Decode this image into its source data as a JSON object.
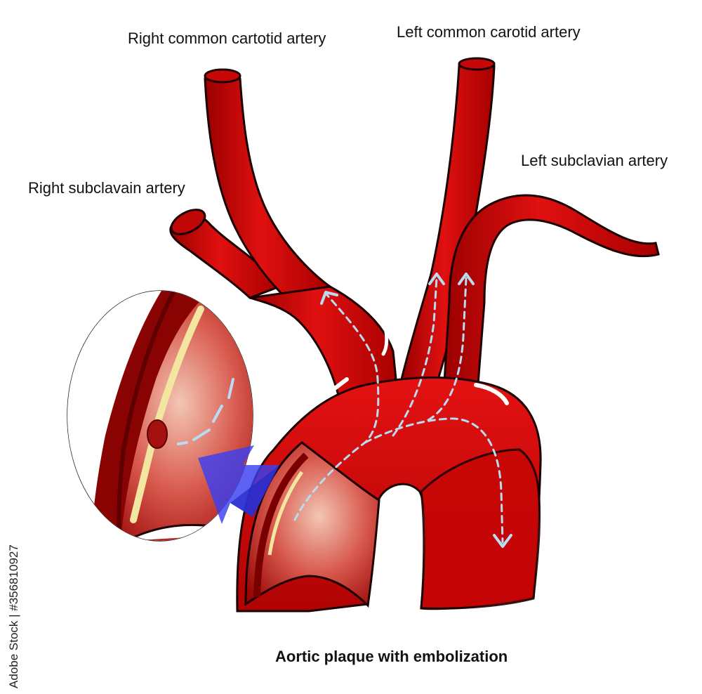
{
  "labels": {
    "right_common_carotid": "Right common cartotid artery",
    "left_common_carotid": "Left common carotid artery",
    "left_subclavian": "Left subclavian artery",
    "right_subclavian": "Right subclavain artery"
  },
  "caption": "Aortic plaque with embolization",
  "stock_id": "Adobe Stock | #356810927",
  "watermark": "Adobe Stock",
  "colors": {
    "artery": "#d40a0a",
    "artery_dark": "#8c0000",
    "outline": "#1a0000",
    "flow_arrow": "#b8dcf2",
    "pointer_arrow": "#3a3ff0",
    "plaque": "#f2e6a0"
  }
}
